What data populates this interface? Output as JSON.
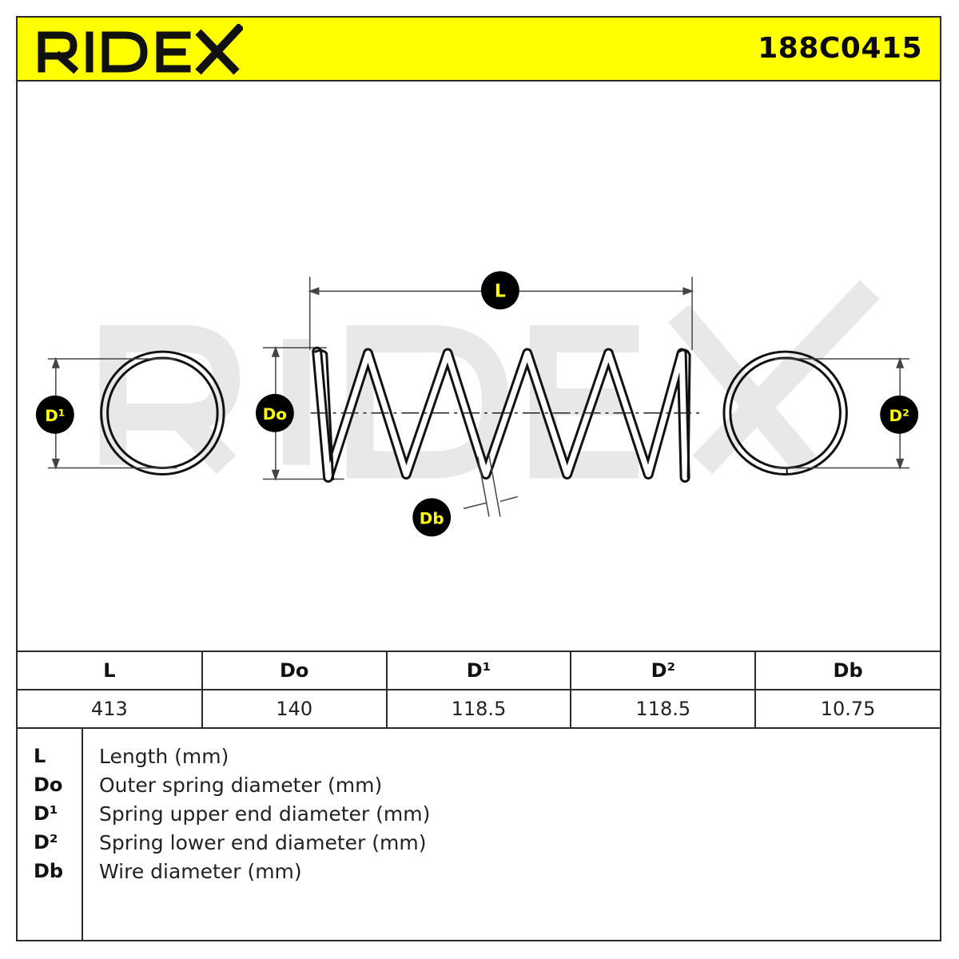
{
  "header": {
    "brand": "RIDEX",
    "part_number": "188C0415"
  },
  "diagram": {
    "labels": {
      "length": "L",
      "outer_diameter": "Do",
      "upper_end_diameter": "D¹",
      "lower_end_diameter": "D²",
      "wire_diameter": "Db"
    },
    "watermark": "RIDEX"
  },
  "spec_table": {
    "headers": [
      "L",
      "Do",
      "D¹",
      "D²",
      "Db"
    ],
    "values": [
      "413",
      "140",
      "118.5",
      "118.5",
      "10.75"
    ]
  },
  "legend": [
    {
      "key": "L",
      "desc": "Length (mm)"
    },
    {
      "key": "Do",
      "desc": "Outer spring diameter (mm)"
    },
    {
      "key": "D¹",
      "desc": "Spring upper end diameter (mm)"
    },
    {
      "key": "D²",
      "desc": "Spring lower end diameter (mm)"
    },
    {
      "key": "Db",
      "desc": "Wire diameter (mm)"
    }
  ],
  "colors": {
    "header_bg": "#ffff00",
    "badge_bg": "#000000",
    "badge_text": "#ffff00",
    "watermark": "#e6e6e6"
  }
}
